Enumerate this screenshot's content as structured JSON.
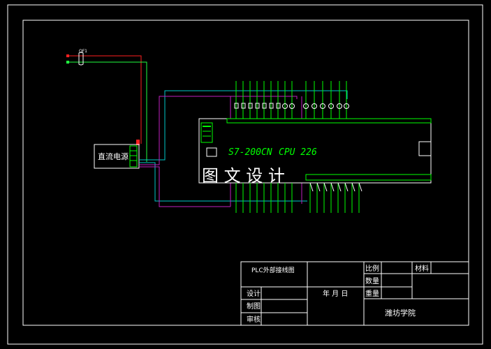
{
  "drawing": {
    "breaker_label": "QF1",
    "power_label": "直流电源",
    "plc_model": "S7-200CN",
    "cpu_model": "CPU 226",
    "watermark": "图 文 设 计"
  },
  "title_block": {
    "drawing_name": "PLC外部接线图",
    "scale_label": "比例",
    "material_label": "材料",
    "quantity_label": "数量",
    "weight_label": "重量",
    "design_label": "设计",
    "date_label": "年 月 日",
    "drafting_label": "制图",
    "review_label": "审核",
    "school": "潍坊学院"
  },
  "colors": {
    "frame": "#ffffff",
    "red_wire": "#ff2020",
    "green_wire": "#20ff40",
    "cyan_wire": "#00c8c8",
    "magenta_wire": "#c020c0",
    "label_green": "#00ff00"
  }
}
